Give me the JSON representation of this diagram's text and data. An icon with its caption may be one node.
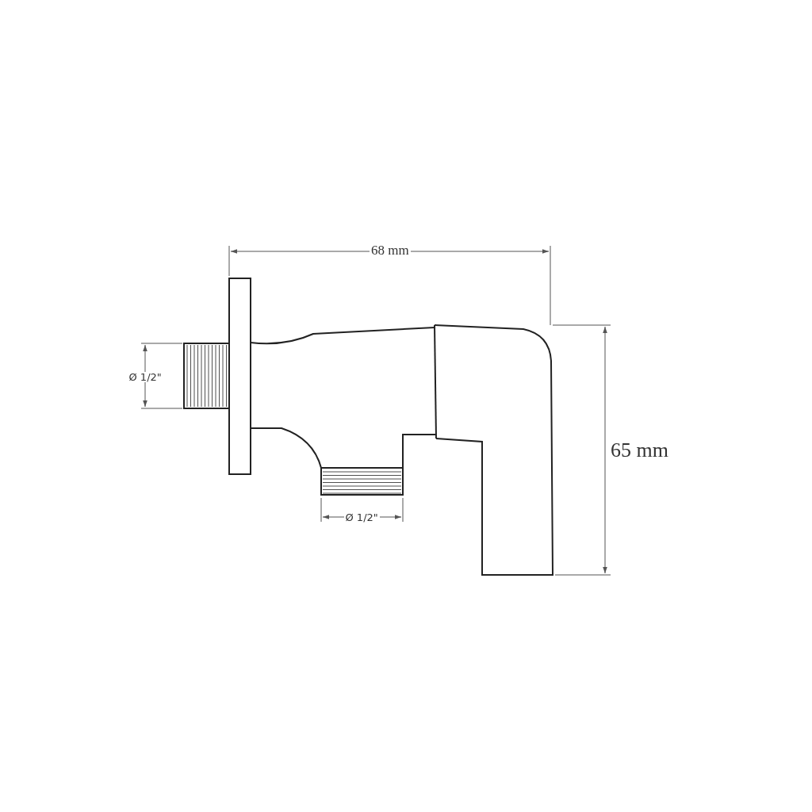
{
  "diagram": {
    "labels": [
      "68 mm",
      "Ø 1/2\"",
      "65 mm",
      "Ø 1/2\""
    ]
  }
}
